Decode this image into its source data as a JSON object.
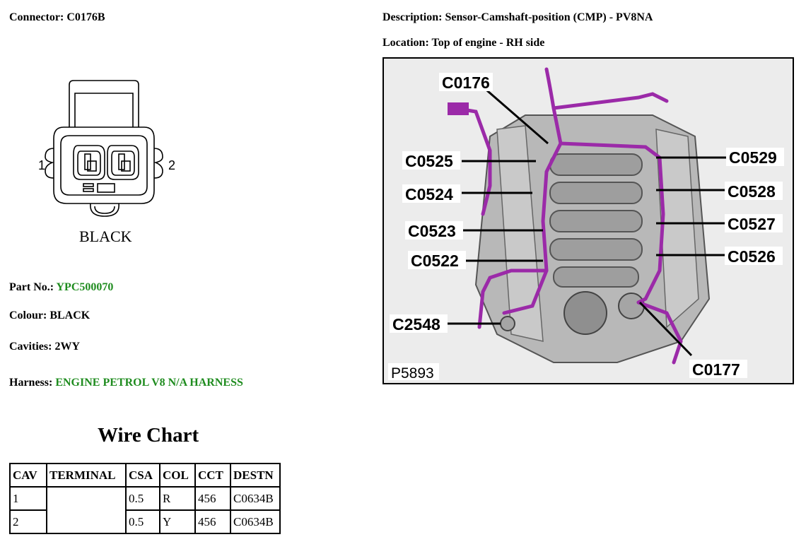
{
  "header": {
    "connector_label": "Connector:",
    "connector_value": "C0176B",
    "description_label": "Description:",
    "description_value": "Sensor-Camshaft-position (CMP) - PV8NA",
    "location_label": "Location:",
    "location_value": "Top of engine - RH side"
  },
  "connector_drawing": {
    "pin1": "1",
    "pin2": "2",
    "colour_caption": "BLACK"
  },
  "details": {
    "part_no_label": "Part No.:",
    "part_no_value": "YPC500070",
    "colour_label": "Colour:",
    "colour_value": "BLACK",
    "cavities_label": "Cavities:",
    "cavities_value": "2WY",
    "harness_label": "Harness:",
    "harness_value": "ENGINE PETROL V8 N/A HARNESS"
  },
  "wire_chart": {
    "title": "Wire Chart",
    "columns": [
      "CAV",
      "TERMINAL",
      "CSA",
      "COL",
      "CCT",
      "DESTN"
    ],
    "rows": [
      [
        "1",
        "",
        "0.5",
        "R",
        "456",
        "C0634B"
      ],
      [
        "2",
        "",
        "0.5",
        "Y",
        "456",
        "C0634B"
      ]
    ]
  },
  "location_image": {
    "figure_id": "P5893",
    "callouts": [
      "C0176",
      "C0525",
      "C0524",
      "C0523",
      "C0522",
      "C2548",
      "C0529",
      "C0528",
      "C0527",
      "C0526",
      "C0177"
    ]
  },
  "colors": {
    "link_green": "#1f8c1f",
    "harness_purple": "#9b2aa8"
  }
}
